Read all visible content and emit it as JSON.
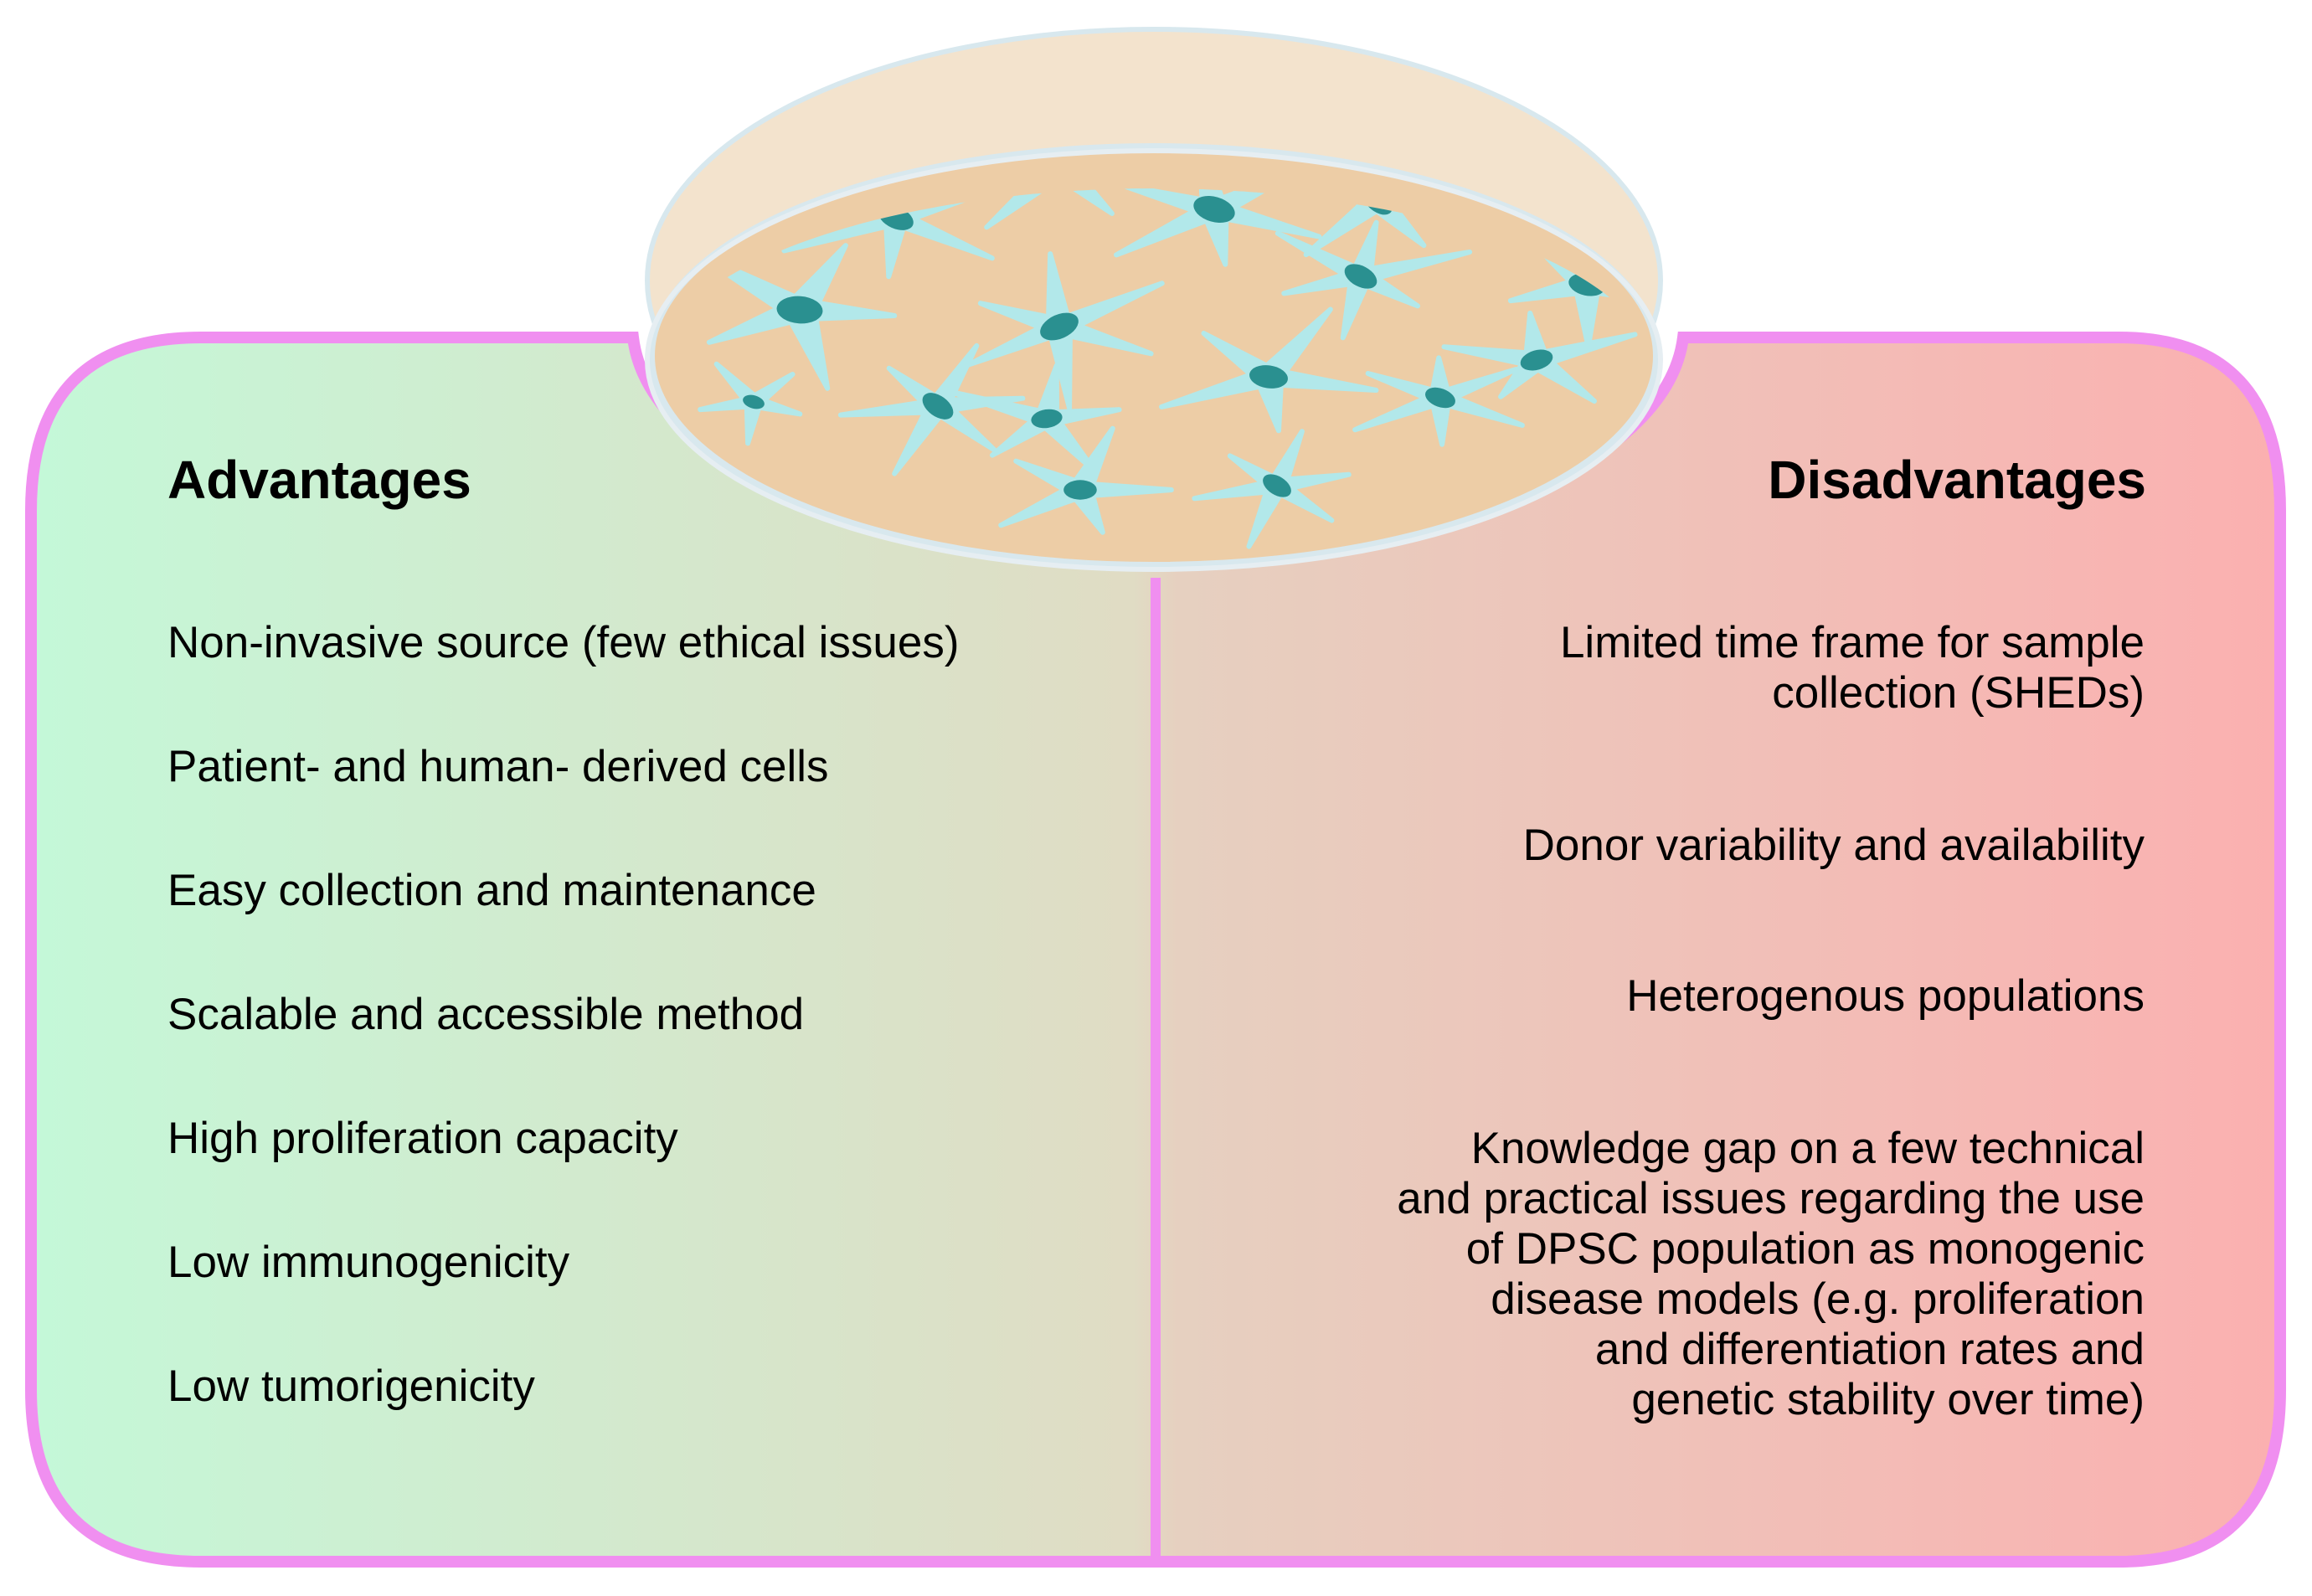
{
  "advantages": {
    "title": "Advantages",
    "items": [
      "Non-invasive source (few ethical issues)",
      "Patient- and human- derived cells",
      "Easy collection and maintenance",
      "Scalable and accessible method",
      "High proliferation capacity",
      "Low immunogenicity",
      "Low tumorigenicity"
    ]
  },
  "disadvantages": {
    "title": "Disadvantages",
    "items": [
      {
        "lines": [
          "Limited time frame for sample",
          "collection (SHEDs)"
        ]
      },
      {
        "lines": [
          "Donor variability and availability"
        ]
      },
      {
        "lines": [
          "Heterogenous populations"
        ]
      },
      {
        "lines": [
          "Knowledge gap on a few technical",
          "and practical issues regarding the use",
          "of DPSC population as monogenic",
          "disease models (e.g. proliferation",
          "and differentiation rates and",
          "genetic stability over time)"
        ]
      }
    ]
  },
  "colors": {
    "panel_border": "#f08ff0",
    "advantages_gradient": [
      "#c4f8d8",
      "#e0dcc4"
    ],
    "disadvantages_gradient": [
      "#e6d0c0",
      "#fbb0b0"
    ],
    "dish_medium": "#edcda6",
    "dish_rim": "#d8e8ee",
    "cell_body": "#b2e8ea",
    "cell_nucleus": "#2a9090"
  }
}
